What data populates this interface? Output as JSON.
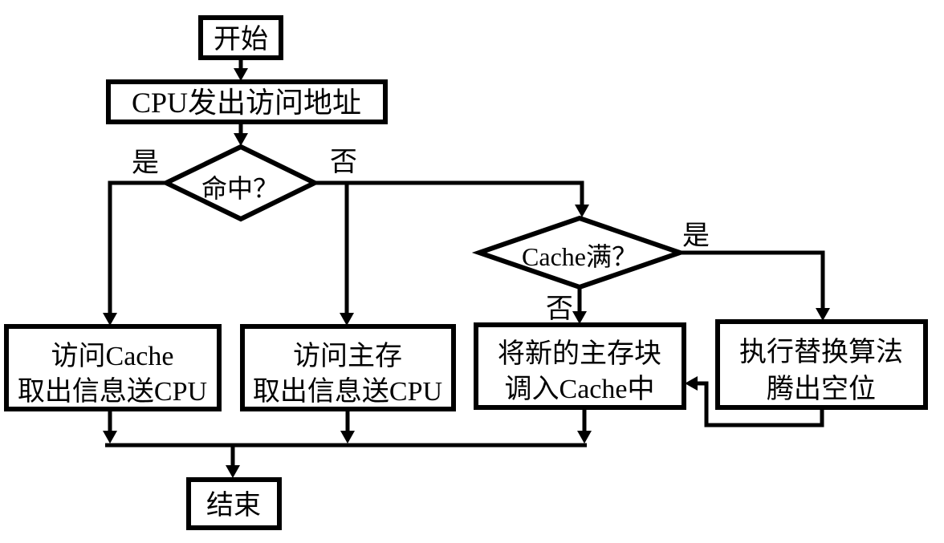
{
  "diagram": {
    "background": "#ffffff",
    "stroke_color": "#000000",
    "nodes": {
      "start": {
        "type": "terminator",
        "label": "开始"
      },
      "cpu_issue_address": {
        "type": "process",
        "label": "CPU发出访问地址"
      },
      "hit_decision": {
        "type": "decision",
        "label": "命中？",
        "yes_label": "是",
        "no_label": "否"
      },
      "cache_full_decision": {
        "type": "decision",
        "label": "Cache满？",
        "yes_label": "是",
        "no_label": "否"
      },
      "access_cache": {
        "type": "process",
        "line1": "访问Cache",
        "line2": "取出信息送CPU"
      },
      "access_main_memory": {
        "type": "process",
        "line1": "访问主存",
        "line2": "取出信息送CPU"
      },
      "load_new_block": {
        "type": "process",
        "line1": "将新的主存块",
        "line2": "调入Cache中"
      },
      "run_replacement": {
        "type": "process",
        "line1": "执行替换算法",
        "line2": "腾出空位"
      },
      "end": {
        "type": "terminator",
        "label": "结束"
      }
    },
    "edges": [
      {
        "from": "start",
        "to": "cpu_issue_address",
        "label": ""
      },
      {
        "from": "cpu_issue_address",
        "to": "hit_decision",
        "label": ""
      },
      {
        "from": "hit_decision",
        "to": "access_cache",
        "label": "是"
      },
      {
        "from": "hit_decision",
        "to": "access_main_memory",
        "label": "否"
      },
      {
        "from": "hit_decision",
        "to": "cache_full_decision",
        "label": "否"
      },
      {
        "from": "cache_full_decision",
        "to": "load_new_block",
        "label": "否"
      },
      {
        "from": "cache_full_decision",
        "to": "run_replacement",
        "label": "是"
      },
      {
        "from": "run_replacement",
        "to": "load_new_block",
        "label": ""
      },
      {
        "from": "access_cache",
        "to": "end",
        "label": ""
      },
      {
        "from": "access_main_memory",
        "to": "end",
        "label": ""
      },
      {
        "from": "load_new_block",
        "to": "end",
        "label": ""
      }
    ]
  }
}
